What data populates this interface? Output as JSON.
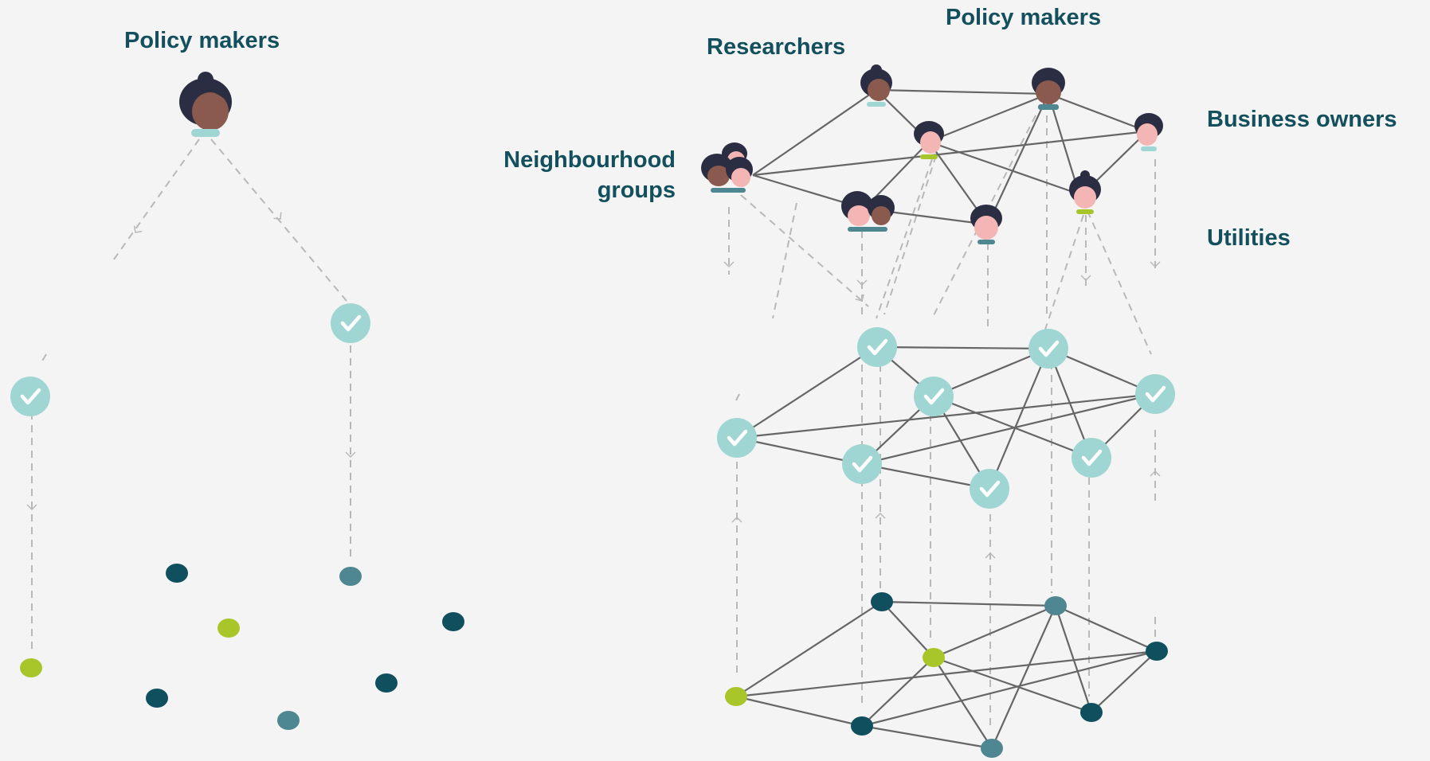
{
  "labels": {
    "left_policy_makers": "Policy makers",
    "researchers": "Researchers",
    "right_policy_makers": "Policy makers",
    "business_owners": "Business owners",
    "neighbourhood_groups_line1": "Neighbourhood",
    "neighbourhood_groups_line2": "groups",
    "utilities": "Utilities"
  },
  "colors": {
    "label_text": "#134f5c",
    "check_circle": "#9fd6d3",
    "dot_dark_teal": "#0f4f5e",
    "dot_grey_teal": "#4e8791",
    "dot_lime": "#a8c62a",
    "network_line": "#666666",
    "dashed_line": "#b8b8b8",
    "hair": "#2b2d42"
  },
  "icons": {
    "person": "person-avatar-icon",
    "check": "check-circle-icon",
    "dot": "dot-icon"
  }
}
